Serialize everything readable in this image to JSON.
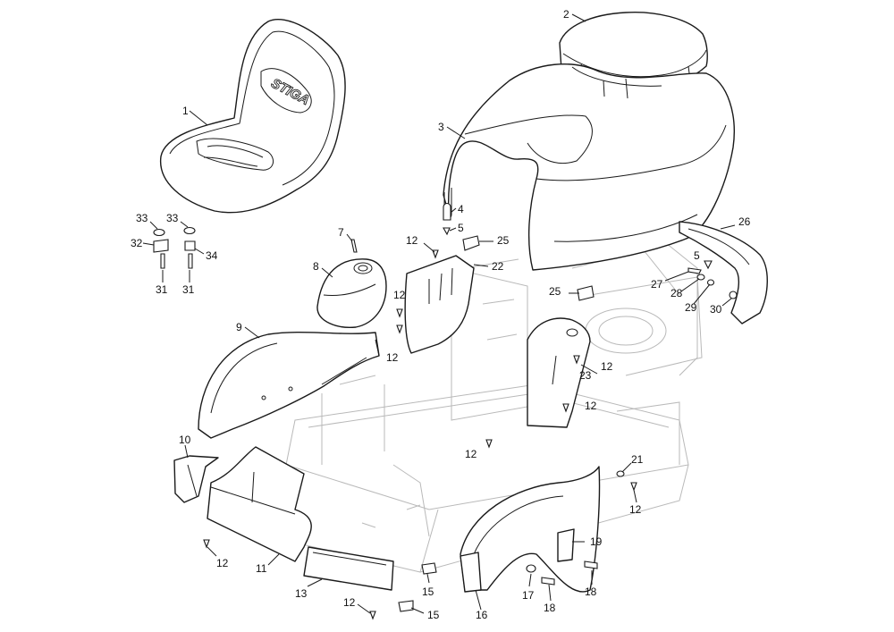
{
  "diagram": {
    "seat_logo": "STIGA",
    "callouts": [
      {
        "label": "1"
      },
      {
        "label": "2"
      },
      {
        "label": "3"
      },
      {
        "label": "4"
      },
      {
        "label": "5"
      },
      {
        "label": "7"
      },
      {
        "label": "8"
      },
      {
        "label": "9"
      },
      {
        "label": "10"
      },
      {
        "label": "11"
      },
      {
        "label": "12"
      },
      {
        "label": "13"
      },
      {
        "label": "15"
      },
      {
        "label": "16"
      },
      {
        "label": "17"
      },
      {
        "label": "18"
      },
      {
        "label": "19"
      },
      {
        "label": "21"
      },
      {
        "label": "22"
      },
      {
        "label": "23"
      },
      {
        "label": "25"
      },
      {
        "label": "26"
      },
      {
        "label": "27"
      },
      {
        "label": "28"
      },
      {
        "label": "29"
      },
      {
        "label": "30"
      },
      {
        "label": "31"
      },
      {
        "label": "32"
      },
      {
        "label": "33"
      },
      {
        "label": "34"
      }
    ]
  }
}
